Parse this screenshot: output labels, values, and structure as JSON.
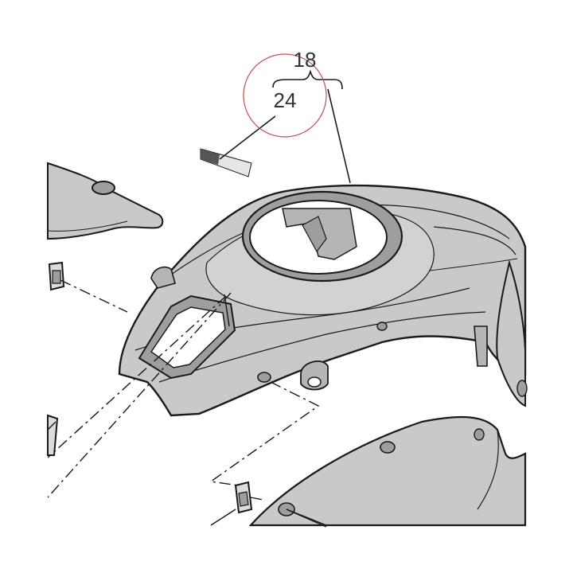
{
  "diagram": {
    "callouts": [
      {
        "id": "18",
        "label": "18"
      },
      {
        "id": "24",
        "label": "24"
      }
    ],
    "colors": {
      "part_fill": "#c9c9c9",
      "part_fill_dark": "#9e9e9e",
      "part_fill_light": "#dcdcdc",
      "outline": "#1a1a1a",
      "highlight_circle": "#c0505a",
      "text": "#333333"
    }
  }
}
